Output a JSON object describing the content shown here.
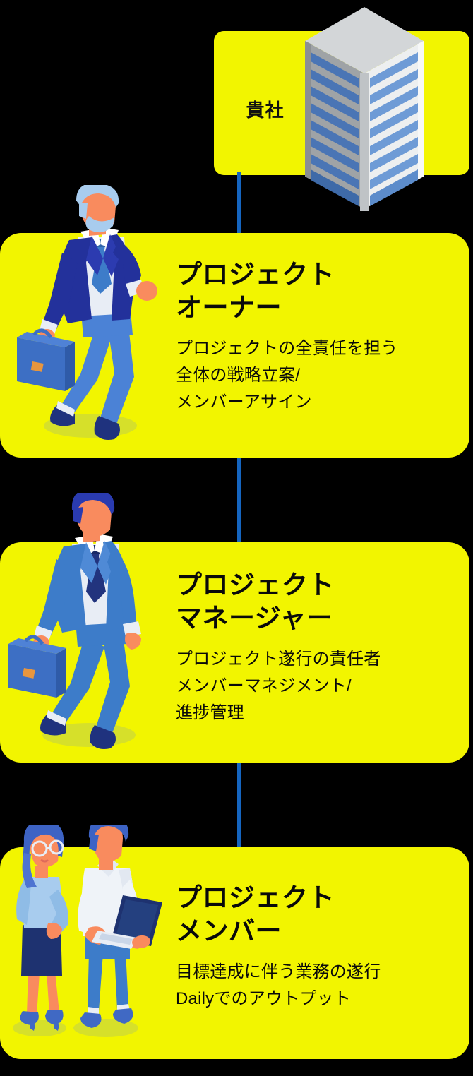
{
  "diagram": {
    "type": "org-hierarchy",
    "orientation": "vertical",
    "background_color": "#000000",
    "card_color": "#F2F500",
    "connector_color": "#1565C0",
    "text_color": "#0A0A0A"
  },
  "company": {
    "label": "貴社",
    "icon": "office-building-icon"
  },
  "roles": [
    {
      "title": "プロジェクト\nオーナー",
      "description": "プロジェクトの全責任を担う\n全体の戦略立案/\nメンバーアサイン",
      "illustration": "businessman-with-briefcase-senior"
    },
    {
      "title": "プロジェクト\nマネージャー",
      "description": "プロジェクト遂行の責任者\nメンバーマネジメント/\n進捗管理",
      "illustration": "businessman-with-briefcase"
    },
    {
      "title": "プロジェクト\nメンバー",
      "description": "目標達成に伴う業務の遂行\nDailyでのアウトプット",
      "illustration": "two-workers-with-laptop"
    }
  ],
  "connectors": [
    {
      "from": "company",
      "to": "role-0"
    },
    {
      "from": "role-0",
      "to": "role-1"
    },
    {
      "from": "role-1",
      "to": "role-2"
    }
  ]
}
